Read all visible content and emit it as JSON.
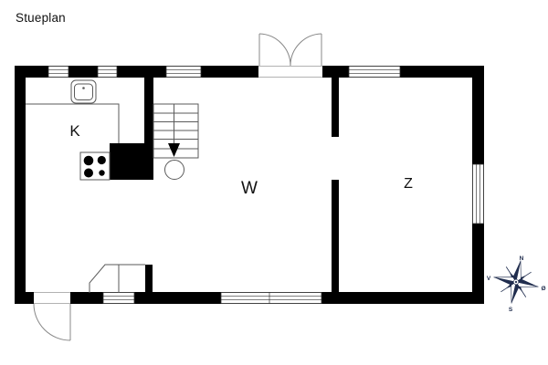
{
  "title": "Stueplan",
  "rooms": {
    "kitchen": "K",
    "living": "W",
    "bedroom": "Z"
  },
  "compass": {
    "north": "N",
    "east": "Ø",
    "south": "S",
    "west": "V"
  },
  "colors": {
    "wall": "#000000",
    "line": "#5a5a5a",
    "door": "#888888",
    "window_frame": "#333333",
    "background": "#ffffff",
    "compass": "#202d4e",
    "text": "#111111"
  }
}
